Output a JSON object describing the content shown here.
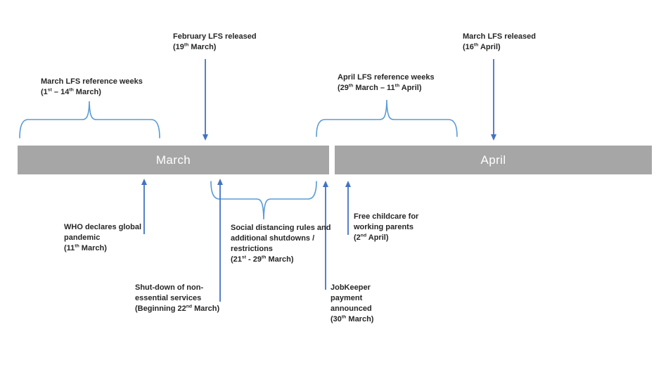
{
  "colors": {
    "background": "#ffffff",
    "bar": "#a6a6a6",
    "bar_text": "#ffffff",
    "arrow": "#4472c4",
    "brace": "#5b9bd5",
    "text": "#262626"
  },
  "timeline": {
    "months": [
      {
        "label": "March"
      },
      {
        "label": "April"
      }
    ]
  },
  "annotations": {
    "march_ref_weeks": {
      "lines": [
        "March LFS reference weeks",
        "(1st – 14th March)"
      ]
    },
    "feb_lfs_released": {
      "lines": [
        "February LFS released",
        "(19th March)"
      ]
    },
    "april_ref_weeks": {
      "lines": [
        "April LFS reference weeks",
        "(29th March – 11th April)"
      ]
    },
    "march_lfs_released": {
      "lines": [
        "March LFS released",
        "(16th April)"
      ]
    },
    "who_pandemic": {
      "lines": [
        "WHO declares global",
        "pandemic",
        "(11th March)"
      ]
    },
    "shutdown_services": {
      "lines": [
        "Shut-down of non-",
        "essential services",
        "(Beginning 22nd March)"
      ]
    },
    "social_distancing": {
      "lines": [
        "Social distancing rules and",
        "additional shutdowns /",
        "restrictions",
        "(21st - 29th March)"
      ]
    },
    "jobkeeper": {
      "lines": [
        "JobKeeper",
        "payment",
        "announced",
        "(30th March)"
      ]
    },
    "free_childcare": {
      "lines": [
        "Free childcare for",
        "working parents",
        "(2nd April)"
      ]
    }
  }
}
